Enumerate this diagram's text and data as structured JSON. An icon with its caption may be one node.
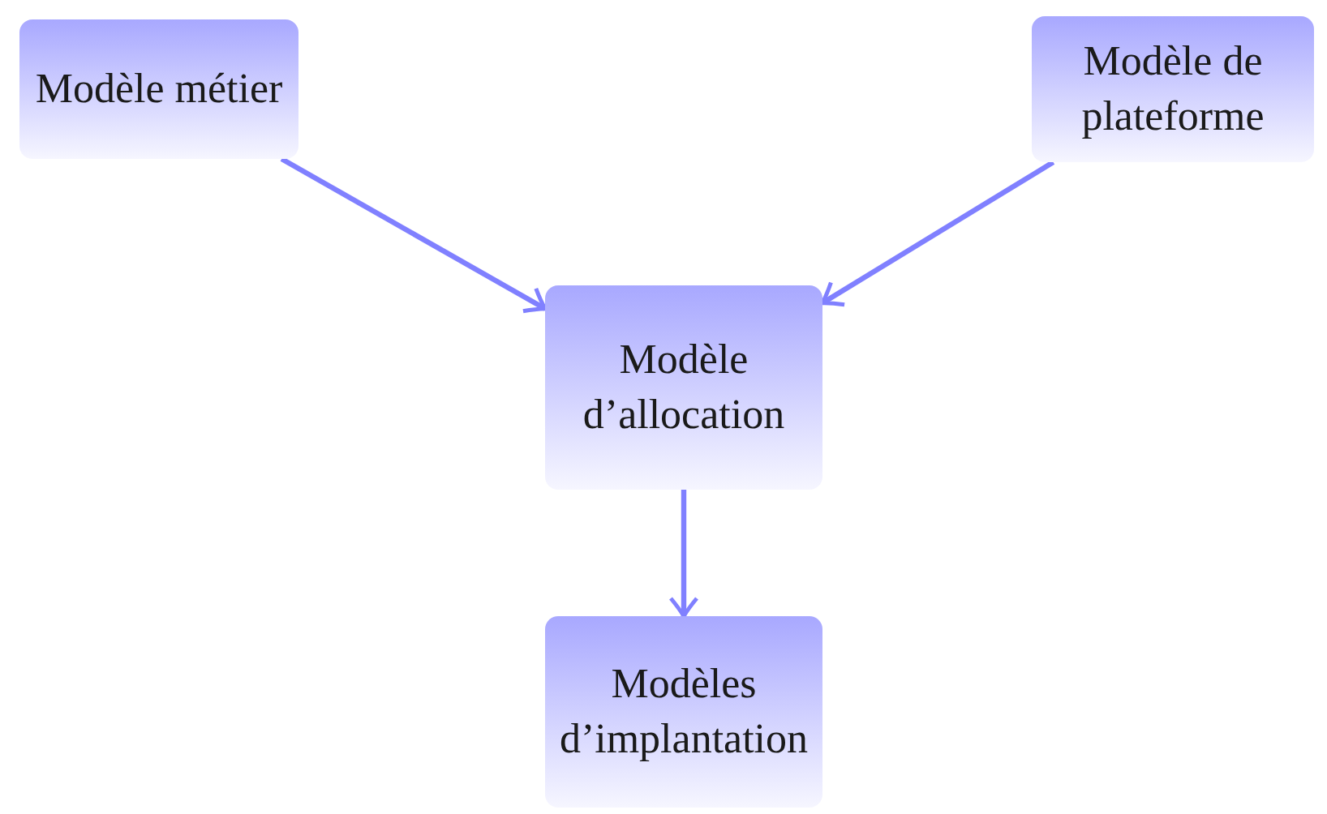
{
  "diagram": {
    "nodes": [
      {
        "text": [
          "Modèle métier"
        ]
      },
      {
        "text": [
          "Modèle de plateforme"
        ]
      },
      {
        "text": [
          "Modèle d’allocation"
        ]
      },
      {
        "text": [
          "Modèles d’implantation"
        ]
      }
    ],
    "edges": [
      {
        "from": 0,
        "to": 2,
        "arrow": "to"
      },
      {
        "from": 1,
        "to": 2,
        "arrow": "to"
      },
      {
        "from": 2,
        "to": 3,
        "arrow": "to"
      }
    ]
  }
}
